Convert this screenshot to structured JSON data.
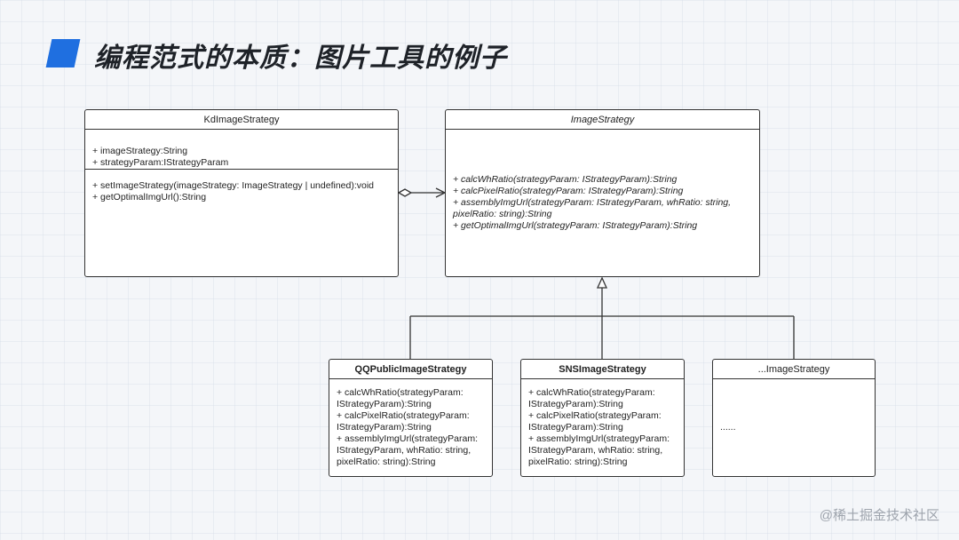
{
  "slide": {
    "title": "编程范式的本质：图片工具的例子",
    "accent_color": "#1f6fe0"
  },
  "diagram": {
    "kd": {
      "name": "KdImageStrategy",
      "attributes": [
        "+ imageStrategy:String",
        "+ strategyParam:IStrategyParam"
      ],
      "methods": [
        "+ setImageStrategy(imageStrategy: ImageStrategy | undefined):void",
        "+ getOptimalImgUrl():String"
      ]
    },
    "image": {
      "name": "ImageStrategy",
      "methods": [
        "+ calcWhRatio(strategyParam: IStrategyParam):String",
        "+ calcPixelRatio(strategyParam: IStrategyParam):String",
        "+ assemblyImgUrl(strategyParam: IStrategyParam, whRatio: string, pixelRatio: string):String",
        "+ getOptimalImgUrl(strategyParam: IStrategyParam):String"
      ]
    },
    "qq": {
      "name": "QQPublicImageStrategy",
      "methods": [
        "+ calcWhRatio(strategyParam: IStrategyParam):String",
        "+ calcPixelRatio(strategyParam: IStrategyParam):String",
        "+ assemblyImgUrl(strategyParam: IStrategyParam, whRatio: string, pixelRatio: string):String"
      ]
    },
    "sns": {
      "name": "SNSImageStrategy",
      "methods": [
        "+ calcWhRatio(strategyParam: IStrategyParam):String",
        "+ calcPixelRatio(strategyParam: IStrategyParam):String",
        "+ assemblyImgUrl(strategyParam: IStrategyParam, whRatio: string, pixelRatio: string):String"
      ]
    },
    "other": {
      "name": "...ImageStrategy",
      "body": "......"
    }
  },
  "watermark": "@稀土掘金技术社区"
}
